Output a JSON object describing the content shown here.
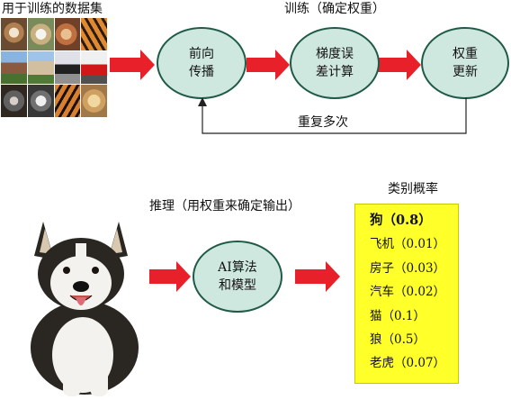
{
  "training": {
    "dataset_label": "用于训练的数据集",
    "title": "训练（确定权重）",
    "nodes": {
      "forward": [
        "前向",
        "传播"
      ],
      "gradient": [
        "梯度误",
        "差计算"
      ],
      "update": [
        "权重",
        "更新"
      ]
    },
    "loop_label": "重复多次"
  },
  "inference": {
    "title": "推理（用权重来确定输出）",
    "model": [
      "AI算法",
      "和模型"
    ],
    "prob_title": "类别概率",
    "probs": [
      "狗（0.8）",
      "飞机（0.01）",
      "房子（0.03）",
      "汽车（0.02）",
      "猫（0.1）",
      "狼（0.5）",
      "老虎（0.07）"
    ]
  },
  "colors": {
    "arrow": "#e8202a",
    "node_fill": "#cfe8df",
    "node_border": "#1f5a48",
    "prob_bg": "#ffff2a"
  },
  "images": [
    "dog-photo",
    "puppy-photo",
    "cat-photo",
    "tiger-photo",
    "house-photo",
    "house-photo",
    "car-photo",
    "car-photo",
    "wolf-photo",
    "cat-photo",
    "tiger-photo",
    "dog-photo"
  ]
}
